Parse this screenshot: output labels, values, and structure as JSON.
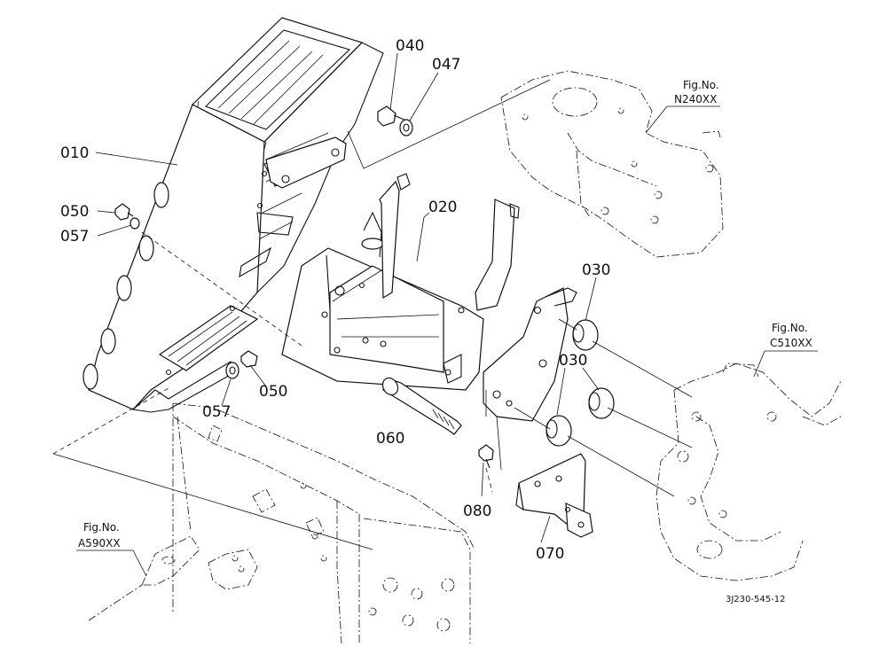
{
  "parts": {
    "p010": "010",
    "p020": "020",
    "p030a": "030",
    "p030b": "030",
    "p040": "040",
    "p047": "047",
    "p050a": "050",
    "p050b": "050",
    "p057a": "057",
    "p057b": "057",
    "p060": "060",
    "p070": "070",
    "p080": "080"
  },
  "figures": {
    "n240": {
      "prefix": "Fig.No.",
      "code": "N240XX"
    },
    "c510": {
      "prefix": "Fig.No.",
      "code": "C510XX"
    },
    "a590": {
      "prefix": "Fig.No.",
      "code": "A590XX"
    }
  },
  "drawing_ref": "3J230-545-12"
}
